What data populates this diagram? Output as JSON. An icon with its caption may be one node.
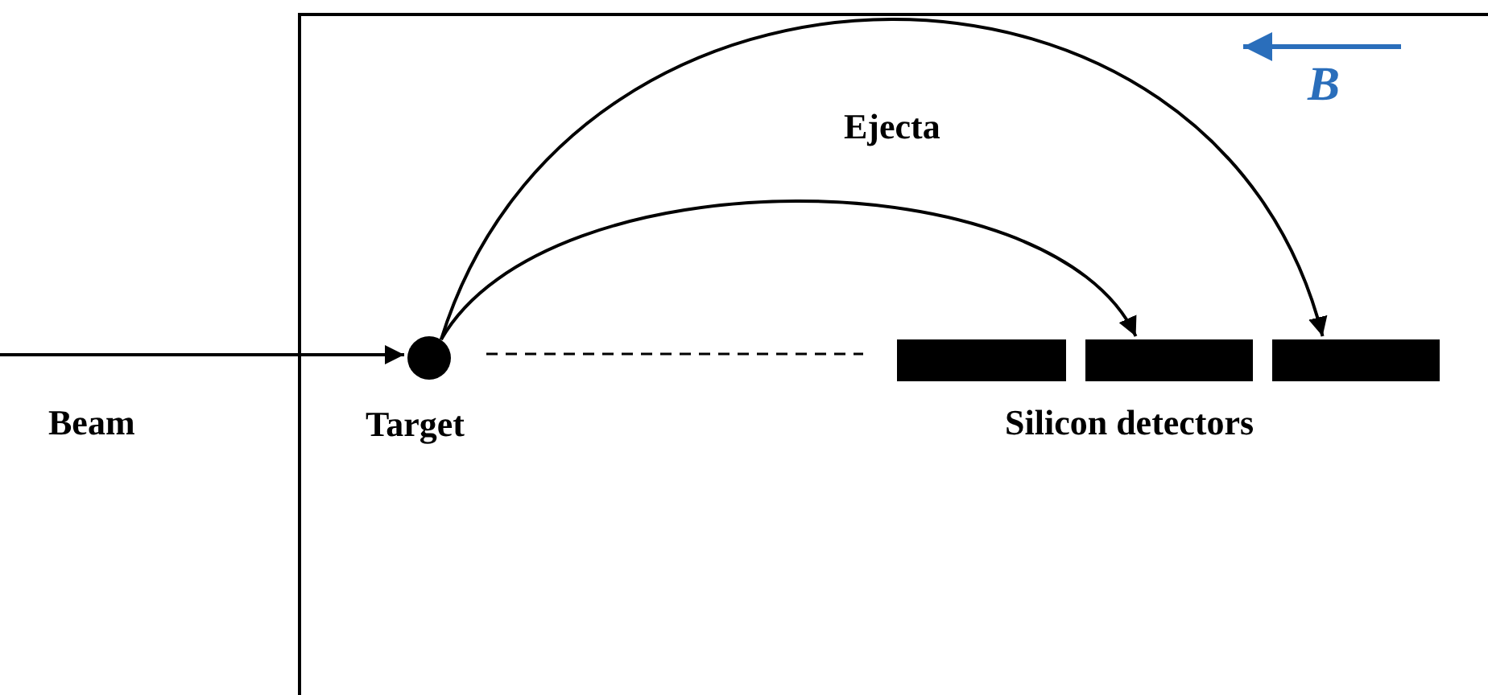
{
  "diagram": {
    "nodes": [
      {
        "text": [],
        "shape": "box"
      },
      {
        "text": [],
        "shape": "circle",
        "in": 0,
        "beside": [
          "Target"
        ]
      },
      {
        "text": [],
        "shape": "bar",
        "in": 0
      },
      {
        "text": [],
        "shape": "bar",
        "in": 0
      },
      {
        "text": [],
        "shape": "bar",
        "in": 0
      }
    ],
    "edges": [
      {
        "from": null,
        "to": 1,
        "arrow": "to"
      },
      {
        "from": 1,
        "to": 3,
        "arrow": "to"
      },
      {
        "from": 1,
        "to": 4,
        "arrow": "to"
      }
    ],
    "labels": [
      "B",
      "Ejecta",
      "Beam",
      "Silicon detectors"
    ]
  }
}
